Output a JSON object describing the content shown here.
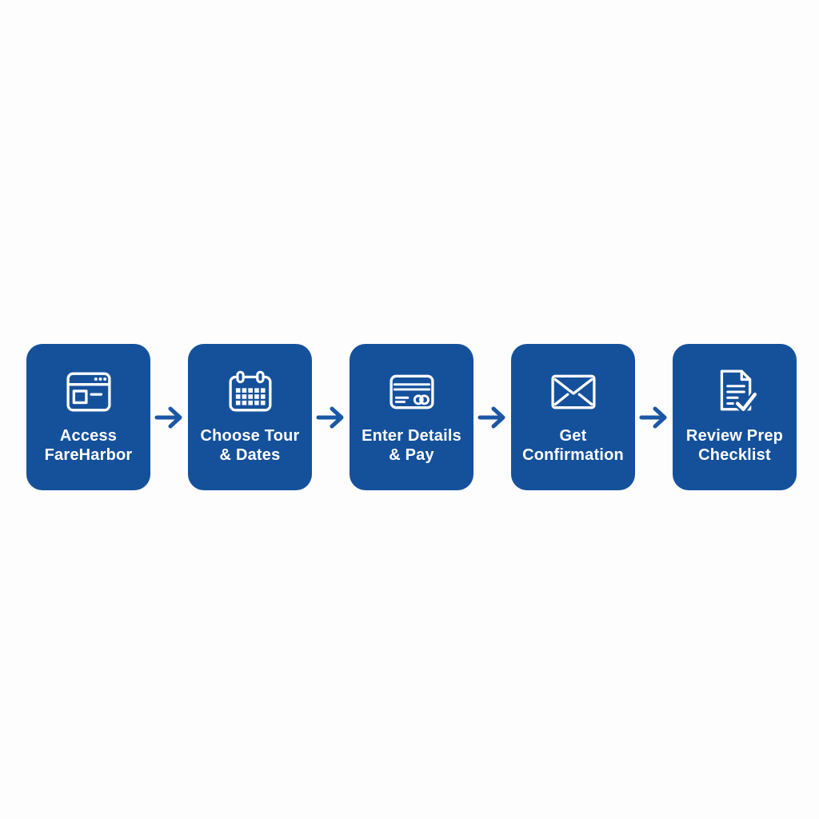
{
  "diagram": {
    "background_color": "#fdfdfd",
    "box_color": "#15519b",
    "arrow_color": "#1a57a5",
    "label_color": "#ffffff",
    "arrow_icon": "arrow-right-icon",
    "steps": [
      {
        "icon": "browser-window-icon",
        "lines": [
          "Access",
          "FareHarbor"
        ]
      },
      {
        "icon": "calendar-icon",
        "lines": [
          "Choose Tour",
          "& Dates"
        ]
      },
      {
        "icon": "credit-card-icon",
        "lines": [
          "Enter Details",
          "& Pay"
        ]
      },
      {
        "icon": "envelope-icon",
        "lines": [
          "Get",
          "Confirmation"
        ]
      },
      {
        "icon": "checklist-document-icon",
        "lines": [
          "Review Prep",
          "Checklist"
        ]
      }
    ]
  }
}
